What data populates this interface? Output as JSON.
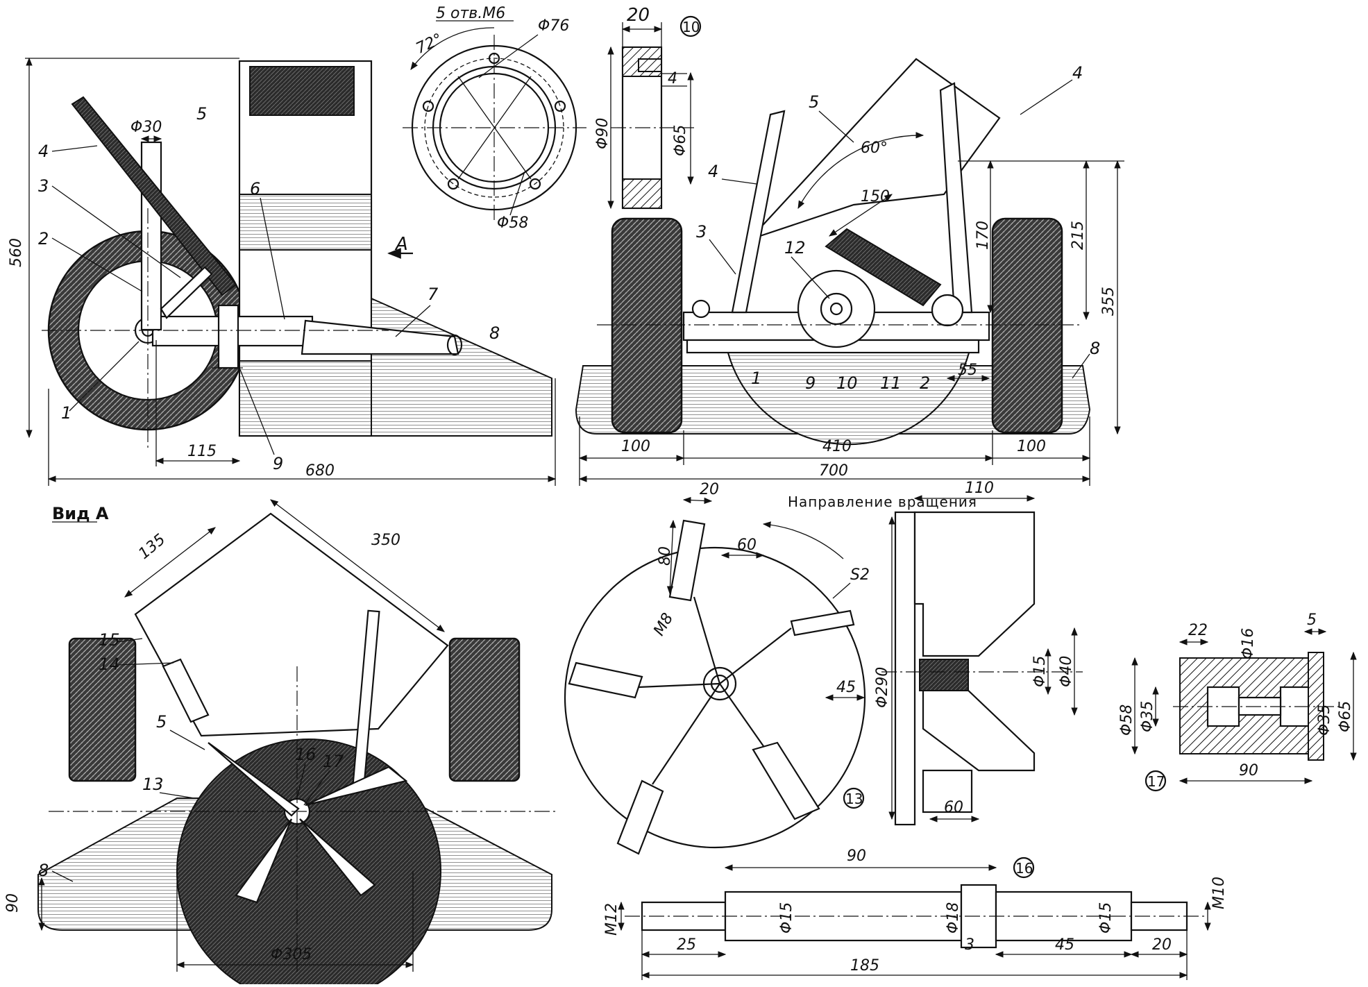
{
  "side_view": {
    "dims": {
      "height": "560",
      "width": "680",
      "axle_offset": "115",
      "wheel_shaft": "Φ30",
      "arrow_a": "A"
    },
    "parts": [
      "1",
      "2",
      "3",
      "4",
      "5",
      "6",
      "7",
      "8",
      "9"
    ]
  },
  "flange_10": {
    "holes": "5 отв.М6",
    "angle": "72°",
    "d_outer": "Φ76",
    "d_inner": "Φ58",
    "thickness": "20",
    "lip": "4",
    "d_bore": "Φ65",
    "d_body": "Φ90",
    "number": "10"
  },
  "front_view": {
    "dims": {
      "angle": "60°",
      "len150": "150",
      "h170": "170",
      "h215": "215",
      "h355": "355",
      "w55": "55",
      "w100a": "100",
      "w410": "410",
      "w100b": "100",
      "w700": "700"
    },
    "parts": [
      "5",
      "4",
      "4",
      "3",
      "12",
      "1",
      "9",
      "10",
      "11",
      "2",
      "8"
    ]
  },
  "view_a": {
    "title": "Вид А",
    "dims": {
      "d135": "135",
      "d350": "350",
      "d90": "90",
      "d305": "Φ305"
    },
    "parts": [
      "15",
      "14",
      "5",
      "13",
      "16",
      "17",
      "8"
    ]
  },
  "rotor_13": {
    "direction": "Направление вращения",
    "dims": {
      "w20": "20",
      "h80": "80",
      "w60": "60",
      "bolt": "M8",
      "s2": "S2",
      "w45": "45",
      "d290": "Φ290",
      "w110": "110",
      "d15": "Φ15",
      "d40": "Φ40",
      "w60b": "60"
    },
    "number": "13"
  },
  "bushing_17": {
    "dims": {
      "d22": "22",
      "d16": "Φ16",
      "d5": "5",
      "d58": "Φ58",
      "d35a": "Φ35",
      "d35b": "Φ35",
      "d65": "Φ65",
      "len": "90"
    },
    "number": "17"
  },
  "shaft_16": {
    "dims": {
      "m12": "M12",
      "len90": "90",
      "d15a": "Φ15",
      "d18": "Φ18",
      "d15b": "Φ15",
      "m10": "M10",
      "l25": "25",
      "l3": "3",
      "l45": "45",
      "l20": "20",
      "l185": "185"
    },
    "number": "16"
  }
}
